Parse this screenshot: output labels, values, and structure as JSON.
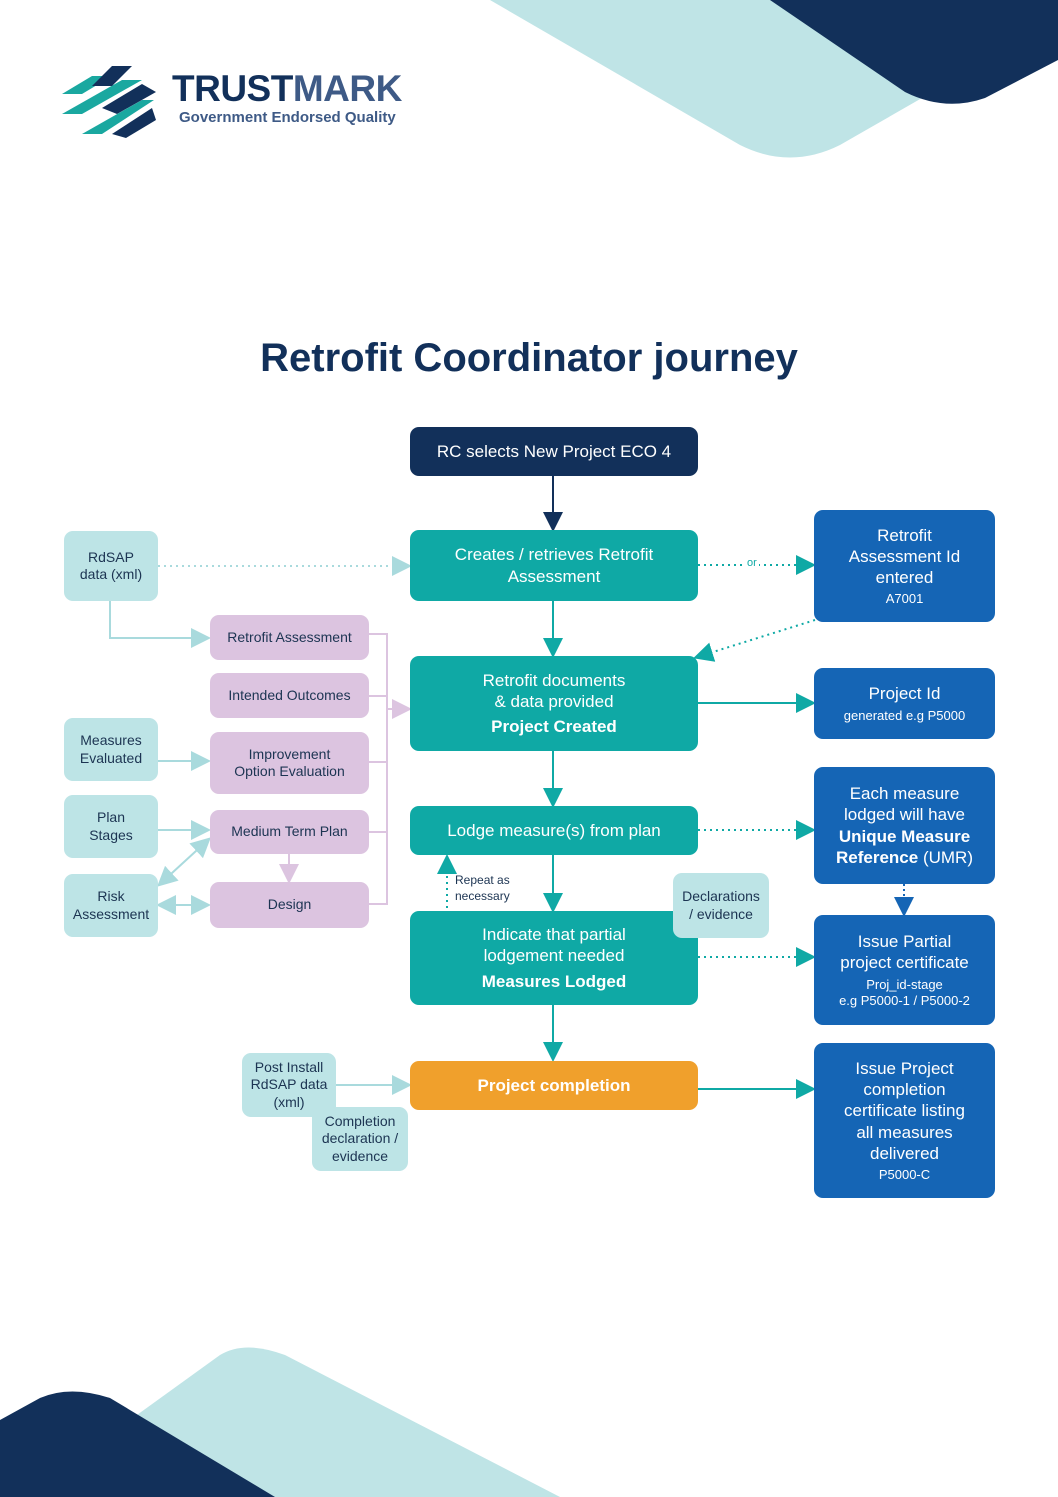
{
  "brand": {
    "name_part1": "TRUST",
    "name_part2": "MARK",
    "tagline": "Government Endorsed Quality"
  },
  "page_title": "Retrofit Coordinator journey",
  "colors": {
    "navy": "#12305a",
    "teal": "#0fa9a5",
    "blue": "#1565b5",
    "orange": "#f0a02c",
    "light_teal": "#bde4e6",
    "lilac": "#dcc4e0"
  },
  "flow": {
    "start": "RC selects New Project ECO 4",
    "create_assessment": "Creates / retrieves Retrofit Assessment",
    "documents": {
      "line1": "Retrofit documents",
      "line2": "& data provided",
      "bold": "Project Created"
    },
    "lodge": "Lodge measure(s) from plan",
    "partial": {
      "line1": "Indicate that partial",
      "line2": "lodgement needed",
      "bold": "Measures Lodged"
    },
    "completion": "Project completion"
  },
  "outputs": {
    "assessment_id": {
      "line1": "Retrofit",
      "line2": "Assessment Id",
      "line3": "entered",
      "sub": "A7001"
    },
    "project_id": {
      "title": "Project Id",
      "sub": "generated e.g P5000"
    },
    "umr": {
      "line1": "Each measure",
      "line2": "lodged will have",
      "bold1": "Unique Measure",
      "bold2": "Reference",
      "tail": " (UMR)"
    },
    "partial_cert": {
      "line1": "Issue Partial",
      "line2": "project certificate",
      "sub1": "Proj_id-stage",
      "sub2": "e.g P5000-1 / P5000-2"
    },
    "completion_cert": {
      "line1": "Issue Project",
      "line2": "completion",
      "line3": "certificate listing",
      "line4": "all measures",
      "line5": "delivered",
      "sub": "P5000-C"
    }
  },
  "inputs": {
    "rdsap": {
      "line1": "RdSAP",
      "line2": "data (xml)"
    },
    "measures_evaluated": {
      "line1": "Measures",
      "line2": "Evaluated"
    },
    "plan_stages": {
      "line1": "Plan",
      "line2": "Stages"
    },
    "risk_assessment": {
      "line1": "Risk",
      "line2": "Assessment"
    },
    "declarations": {
      "line1": "Declarations",
      "line2": "/ evidence"
    },
    "post_install": {
      "line1": "Post Install",
      "line2": "RdSAP data",
      "line3": "(xml)"
    },
    "completion_declaration": {
      "line1": "Completion",
      "line2": "declaration /",
      "line3": "evidence"
    }
  },
  "documents": {
    "retrofit_assessment": "Retrofit Assessment",
    "intended_outcomes": "Intended Outcomes",
    "improvement_option": {
      "line1": "Improvement",
      "line2": "Option Evaluation"
    },
    "medium_term_plan": "Medium Term Plan",
    "design": "Design"
  },
  "labels": {
    "or": "or",
    "repeat": {
      "line1": "Repeat as",
      "line2": "necessary"
    }
  }
}
